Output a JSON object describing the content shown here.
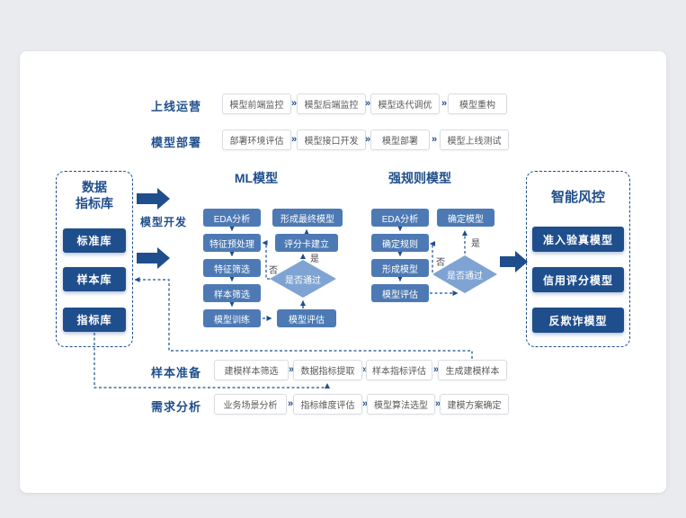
{
  "colors": {
    "navy": "#1f4e8c",
    "mid_blue": "#4d7ab4",
    "light_blue": "#7fa3d2",
    "box_border": "#d9dde3",
    "page_bg": "#e9ebee"
  },
  "separator": "»",
  "rows": {
    "online_ops": {
      "label": "上线运营",
      "items": [
        "模型前端监控",
        "模型后端监控",
        "模型迭代调优",
        "模型重构"
      ]
    },
    "deploy": {
      "label": "模型部署",
      "items": [
        "部署环境评估",
        "模型接口开发",
        "模型部署",
        "模型上线测试"
      ]
    },
    "sample_prep": {
      "label": "样本准备",
      "items": [
        "建模样本筛选",
        "数据指标提取",
        "样本指标评估",
        "生成建模样本"
      ]
    },
    "requirement": {
      "label": "需求分析",
      "items": [
        "业务场景分析",
        "指标维度评估",
        "模型算法选型",
        "建模方案确定"
      ]
    }
  },
  "dev_label": "模型开发",
  "data_library": {
    "title_line1": "数据",
    "title_line2": "指标库",
    "items": [
      "标准库",
      "样本库",
      "指标库"
    ]
  },
  "risk_control": {
    "title": "智能风控",
    "items": [
      "准入验真模型",
      "信用评分模型",
      "反欺诈模型"
    ]
  },
  "ml_flow": {
    "title": "ML模型",
    "steps": [
      "EDA分析",
      "特征预处理",
      "特征筛选",
      "样本筛选",
      "模型训练"
    ],
    "evaluate": "模型评估",
    "decision": "是否通过",
    "scorecard": "评分卡建立",
    "final": "形成最终模型",
    "yes": "是",
    "no": "否"
  },
  "rule_flow": {
    "title": "强规则模型",
    "steps": [
      "EDA分析",
      "确定规则",
      "形成模型",
      "模型评估"
    ],
    "decision": "是否通过",
    "final": "确定模型",
    "yes": "是",
    "no": "否"
  }
}
